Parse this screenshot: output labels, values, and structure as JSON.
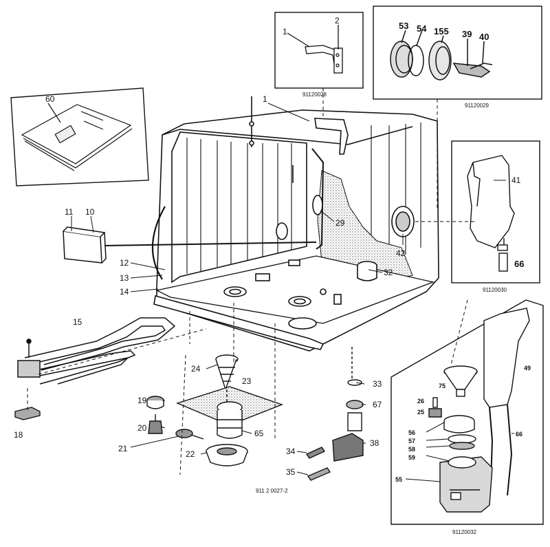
{
  "inset_refs": {
    "top_center": "91120028",
    "top_right": "91120029",
    "right_middle": "91120030",
    "bottom_right": "91120032",
    "main": "911 2 0027-2"
  },
  "part_labels": {
    "p1a": "1",
    "p2": "2",
    "p53": "53",
    "p54": "54",
    "p155": "155",
    "p39": "39",
    "p40": "40",
    "p60": "60",
    "p1b": "1",
    "p41": "41",
    "p11": "11",
    "p10": "10",
    "p29": "29",
    "p42": "42",
    "p66a": "66",
    "p12": "12",
    "p13": "13",
    "p14": "14",
    "p32": "32",
    "p15": "15",
    "p24": "24",
    "p23": "23",
    "p33": "33",
    "p67": "67",
    "p19": "19",
    "p20": "20",
    "p65": "65",
    "p38": "38",
    "p21": "21",
    "p22": "22",
    "p34": "34",
    "p35": "35",
    "p18": "18",
    "p49": "49",
    "p75": "75",
    "p26": "26",
    "p25": "25",
    "p66b": "66",
    "p56": "56",
    "p57": "57",
    "p58": "58",
    "p59": "59",
    "p55": "55"
  },
  "colors": {
    "line": "#111111",
    "paper": "#ffffff",
    "insulation": "#888888"
  }
}
